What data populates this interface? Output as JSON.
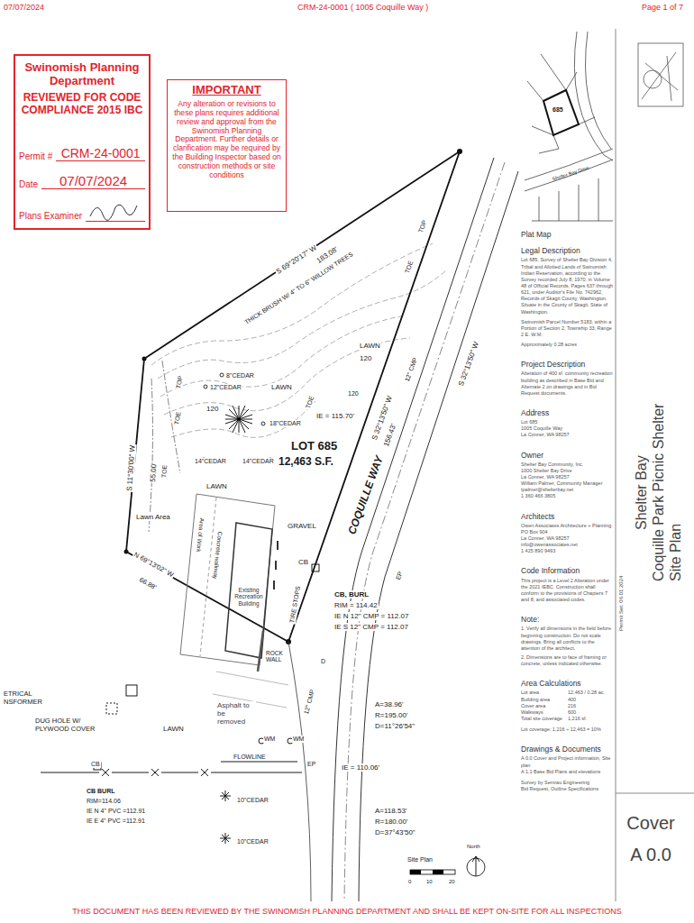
{
  "diagram": {
    "nodes": [
      {
        "text": [
          "Swinomish Planning Department",
          "REVIEWED FOR CODE COMPLIANCE 2015 IBC",
          "Permit #",
          "CRM-24-0001",
          "Date",
          "07/07/2024",
          "Plans Examiner"
        ]
      },
      {
        "text": [
          "IMPORTANT",
          "Any alteration or revisions to these plans requires additional review and approval from the Swinomish Planning Department. Further details or clarification may be required by the Building Inspector based on construction methods or site conditions"
        ]
      },
      {
        "text": [
          "Existing Recreation Building"
        ]
      },
      {
        "text": [
          "Cover",
          "A 0.0"
        ]
      }
    ],
    "labels": [
      "07/07/2024",
      "CRM-24-0001 ( 1005 Coquille Way )",
      "Page 1 of 7",
      "THIS DOCUMENT HAS BEEN REVIEWED BY THE SWINOMISH PLANNING DEPARTMENT AND SHALL BE KEPT ON-SITE FOR ALL INSPECTIONS",
      "S 69°20'17\" W",
      "183.08'",
      "THICK BRUSH W/ 4\" TO 6\" WILLOW TREES",
      "TOE",
      "TOP",
      "LAWN",
      "120",
      "S 32°13'50\" W",
      "120",
      "8\"CEDAR",
      "12\"CEDAR",
      "LAWN",
      "TOE",
      "120",
      "18\"CEDAR",
      "IE = 115.70'",
      "12\" CMP",
      "14\"CEDAR",
      "14\"CEDAR",
      "LOT 685",
      "12,463 S.F.",
      "S 32°13'50\" W",
      "156.43'",
      "COQUILLE WAY",
      "EP",
      "TOP",
      "TOE",
      "LAWN",
      "GRAVEL",
      "S 11°30'00\" W",
      "55.00'",
      "TOE",
      "Lawn Area",
      "CB",
      "CB, BURL",
      "RIM = 114.42",
      "IE N 12\" CMP = 112.07",
      "IE S 12\" CMP = 112.07",
      "TIRE STOPS",
      "12\" CMP",
      "N 69°13'02\" W",
      "66.88'",
      "ROCK WALL",
      "A=38.96'",
      "R=195.00'",
      "D=11°26'54\"",
      "ETRICAL NSFORMER",
      "DUG HOLE W/ PLYWOOD COVER",
      "LAWN",
      "Asphalt to be removed",
      "WM",
      "WM",
      "FLOWLINE",
      "CB",
      "EP",
      "IE = 110.06'",
      "CB BURL",
      "RIM=114.06",
      "IE N 4\" PVC =112.91",
      "IE E 4\" PVC =112.91",
      "10\"CEDAR",
      "10\"CEDAR",
      "A=118.53'",
      "R=180.00'",
      "D=37°43'50\"",
      "Concrete walkway",
      "Area of Work",
      "D",
      "Site Plan",
      "0",
      "10",
      "20",
      "North",
      "Plat Map",
      "Legal Description",
      "Lot 685, Survey of Shelter Bay Division 4, Tribal and Allotted Lands of Swinomish Indian Reservation, according to the Survey recorded July 8, 1970, in Volume 48 of Official Records, Pages 637 through 621, under Auditor's File No. 742962, Records of Skagit County, Washington. Situate in the County of Skagit, State of Washington.",
      "Swinomish Parcel Number 5183, within a Portion of Section 2, Township 33, Range 2 E. W.M.",
      "Approximately 0.28 acres",
      "Project Description",
      "Alteration of 400 sf. community recreation building as described in Base Bid and Alternate 2 on drawings and in Bid Request documents.",
      "Address",
      "Lot 685",
      "1005 Coquille Way",
      "La Conner, WA 98257",
      "Owner",
      "Shelter Bay Community, Inc.",
      "1000 Shelter Bay Drive",
      "La Conner, WA 98257",
      "William Palmer, Community Manager",
      "tpalmer@shelterbay.net",
      "1 360 466 3805",
      "Architects",
      "Owen Associates Architecture + Planning",
      "PO Box 904",
      "La Conner, WA 98257",
      "info@owenassociates.net",
      "1 425 890 9493",
      "Code Information",
      "This project is a Level 2 Alteration under the 2021 IEBC. Construction shall conform to the provisions of Chapters 7 and 8, and associated codes.",
      "Note:",
      "1. Verify all dimensions in the field before beginning construction. Do not scale drawings. Bring all conflicts to the attention of the architect.",
      "2. Dimensions are to face of framing or concrete, unless indicated otherwise.",
      "Area Calculations",
      "Lot area",
      "12,463 / 0.28 ac.",
      "Building area",
      "400",
      "Cover area",
      "216",
      "Walkways",
      "600",
      "Total site coverage",
      "1,216 sf.",
      "Lot coverage: 1,216 ÷ 12,463 = 10%",
      "Drawings & Documents",
      "A 0.0 Cover and Project information, Site plan",
      "A 1.1 Base Bid Plans and elevations",
      "Survey by Semrau Engineering",
      "Bid Request, Outline Specifications",
      "Shelter Bay",
      "Coquille Park Picnic Shelter",
      "Site Plan",
      "Permit Set: 06.01.2024",
      "685",
      "Shelter Bay Drive"
    ]
  }
}
